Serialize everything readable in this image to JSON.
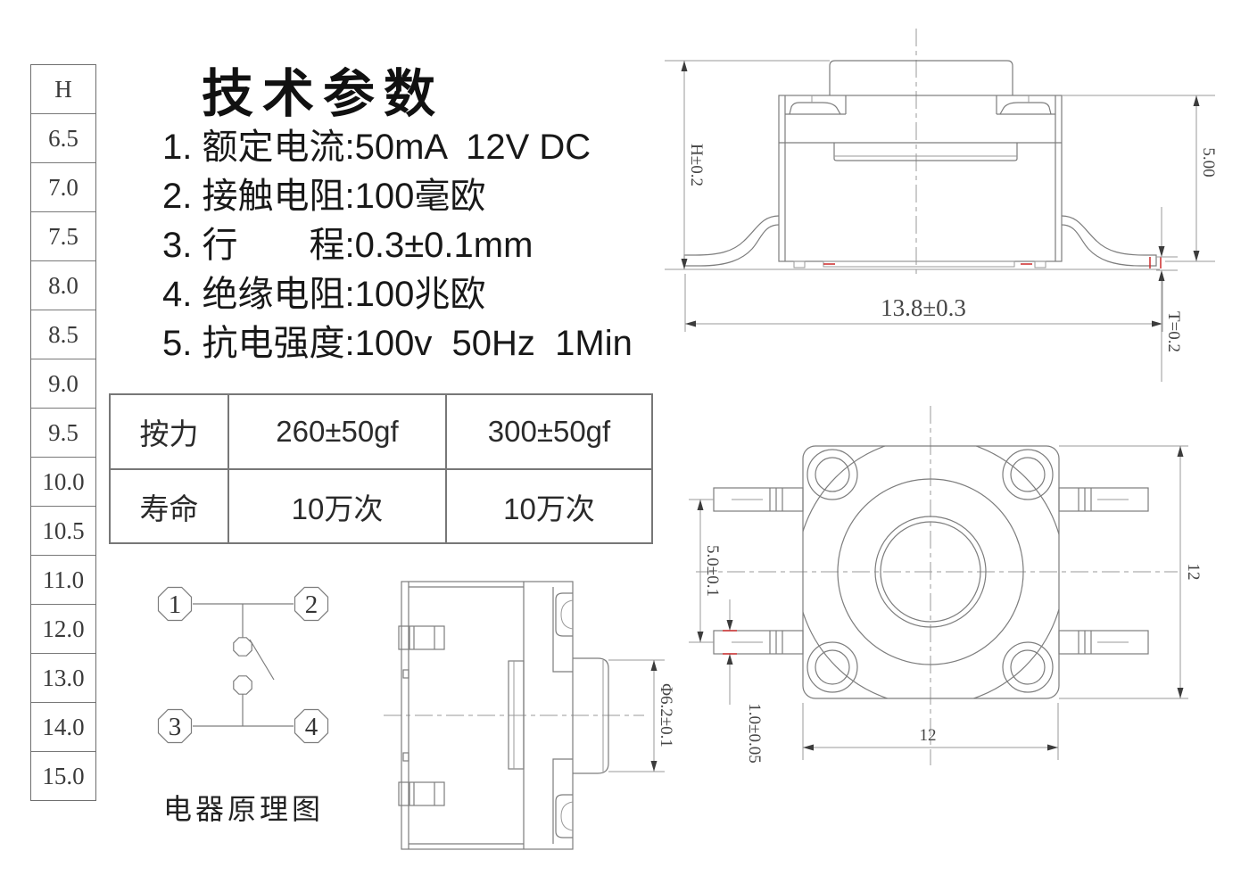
{
  "h_table": {
    "header": "H",
    "values": [
      "6.5",
      "7.0",
      "7.5",
      "8.0",
      "8.5",
      "9.0",
      "9.5",
      "10.0",
      "10.5",
      "11.0",
      "12.0",
      "13.0",
      "14.0",
      "15.0"
    ]
  },
  "tech": {
    "title": "技术参数",
    "items": [
      "1. 额定电流:50mA  12V DC",
      "2. 接触电阻:100毫欧",
      "3. 行　　程:0.3±0.1mm",
      "4. 绝缘电阻:100兆欧",
      "5. 抗电强度:100v  50Hz  1Min"
    ]
  },
  "spec_table": {
    "rows": [
      [
        "按力",
        "260±50gf",
        "300±50gf"
      ],
      [
        "寿命",
        "10万次",
        "10万次"
      ]
    ]
  },
  "schematic": {
    "pins": [
      "1",
      "2",
      "3",
      "4"
    ],
    "caption": "电器原理图"
  },
  "front_view": {
    "dim_height": "H±0.2",
    "dim_body": "5.00",
    "dim_width": "13.8±0.3",
    "dim_lead": "T=0.2"
  },
  "top_view": {
    "dim_pitch": "5.0±0.1",
    "dim_pin": "1.0±0.05",
    "dim_w": "12",
    "dim_h": "12"
  },
  "side_view": {
    "dim_dia": "Φ6.2±0.1"
  },
  "colors": {
    "line": "#7d7d7d",
    "red_accent": "#cc2b2b",
    "text": "#1c1c1c"
  }
}
